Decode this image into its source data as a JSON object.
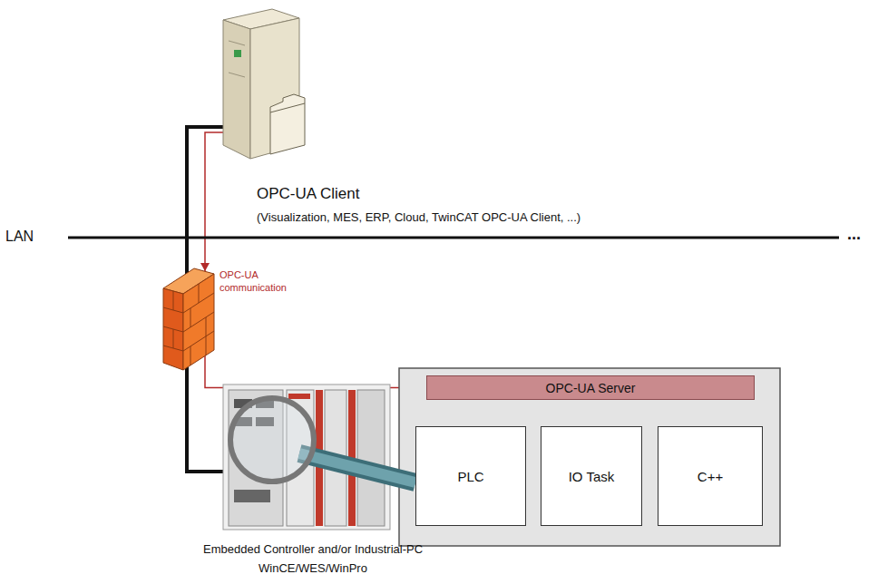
{
  "diagram": {
    "nodes": [
      {
        "text": [
          "OPC-UA Client",
          "(Visualization, MES, ERP, Cloud, TwinCAT OPC-UA Client, ...)"
        ]
      },
      {
        "text": [
          "OPC-UA Server"
        ]
      },
      {
        "text": [
          "PLC"
        ]
      },
      {
        "text": [
          "IO Task"
        ]
      },
      {
        "text": [
          "C++"
        ]
      }
    ],
    "edges": [
      {
        "from": 0,
        "to": 1,
        "label": "OPC-UA communication",
        "arrow": "to"
      },
      {
        "from": 1,
        "to": 2,
        "arrow": "to"
      },
      {
        "from": 1,
        "to": 3,
        "arrow": "to"
      },
      {
        "from": 1,
        "to": 4,
        "arrow": "to"
      }
    ],
    "labels": [
      "LAN",
      "...",
      "Embedded Controller and/or Industrial-PC",
      "WinCE/WES/WinPro"
    ]
  }
}
